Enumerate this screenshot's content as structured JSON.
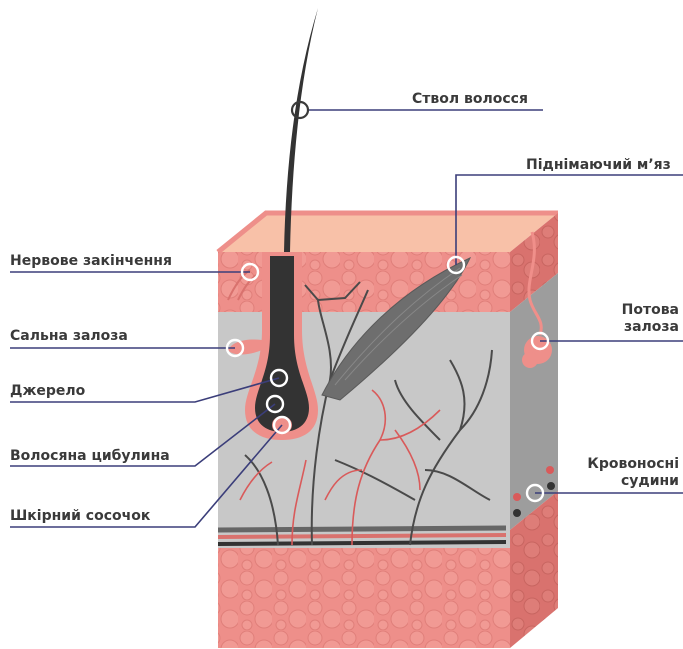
{
  "labels": {
    "hair_shaft": "Ствол волосся",
    "arrector_muscle": "Піднімаючий м’яз",
    "nerve_ending": "Нервове закінчення",
    "sebaceous_gland": "Сальна залоза",
    "source": "Джерело",
    "hair_bulb": "Волосяна цибулина",
    "dermal_papilla": "Шкірний сосочок",
    "sweat_gland_line1": "Потова",
    "sweat_gland_line2": "залоза",
    "blood_vessels_line1": "Кровоносні",
    "blood_vessels_line2": "судини"
  },
  "colors": {
    "epidermis_top": "#f8c1a8",
    "skin_pink": "#ee8f8a",
    "skin_pink_dark": "#d9726e",
    "dermis_gray": "#c8c8c8",
    "side_gray": "#9d9d9d",
    "hair": "#333333",
    "leader": "#3b3e7a",
    "muscle": "#6e6e6e",
    "vessel_red": "#d95a5a"
  }
}
